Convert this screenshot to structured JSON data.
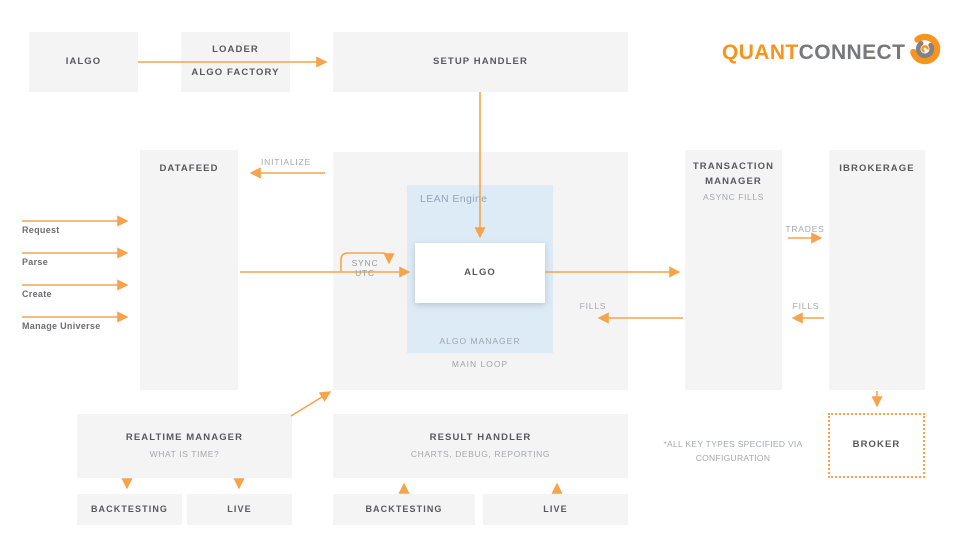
{
  "colors": {
    "accent_orange": "#F6A44B",
    "box_fill": "#F4F4F5",
    "lean_fill": "#DDEBF7",
    "title_text": "#58595B",
    "muted_text": "#A6A8AB",
    "logo_orange": "#F7941E",
    "logo_gray": "#77787B"
  },
  "logo": {
    "brand_part1": "QUANT",
    "brand_part2": "CONNECT",
    "icon": "quantconnect-swirl-icon"
  },
  "nodes": {
    "ialgo": "IALGO",
    "loader_line1": "LOADER",
    "loader_line2": "ALGO FACTORY",
    "setup_handler": "SETUP HANDLER",
    "datafeed": "DATAFEED",
    "lean_engine": "LEAN Engine",
    "algo": "ALGO",
    "algo_manager": "ALGO MANAGER",
    "main_loop": "MAIN LOOP",
    "transaction_manager_title": "TRANSACTION MANAGER",
    "transaction_manager_subtitle": "ASYNC FILLS",
    "ibrokerage": "IBROKERAGE",
    "realtime_manager_title": "REALTIME MANAGER",
    "realtime_manager_subtitle": "WHAT IS TIME?",
    "result_handler_title": "RESULT HANDLER",
    "result_handler_subtitle": "CHARTS, DEBUG, REPORTING",
    "backtesting_left": "BACKTESTING",
    "live_left": "LIVE",
    "backtesting_center": "BACKTESTING",
    "live_center": "LIVE",
    "broker": "BROKER"
  },
  "edge_labels": {
    "initialize": "INITIALIZE",
    "sync_utc": "SYNC UTC",
    "trades": "TRADES",
    "fills_inner": "FILLS",
    "fills_broker": "FILLS"
  },
  "datafeed_actions": [
    "Request",
    "Parse",
    "Create",
    "Manage Universe"
  ],
  "footnote": "*ALL KEY TYPES SPECIFIED VIA CONFIGURATION"
}
